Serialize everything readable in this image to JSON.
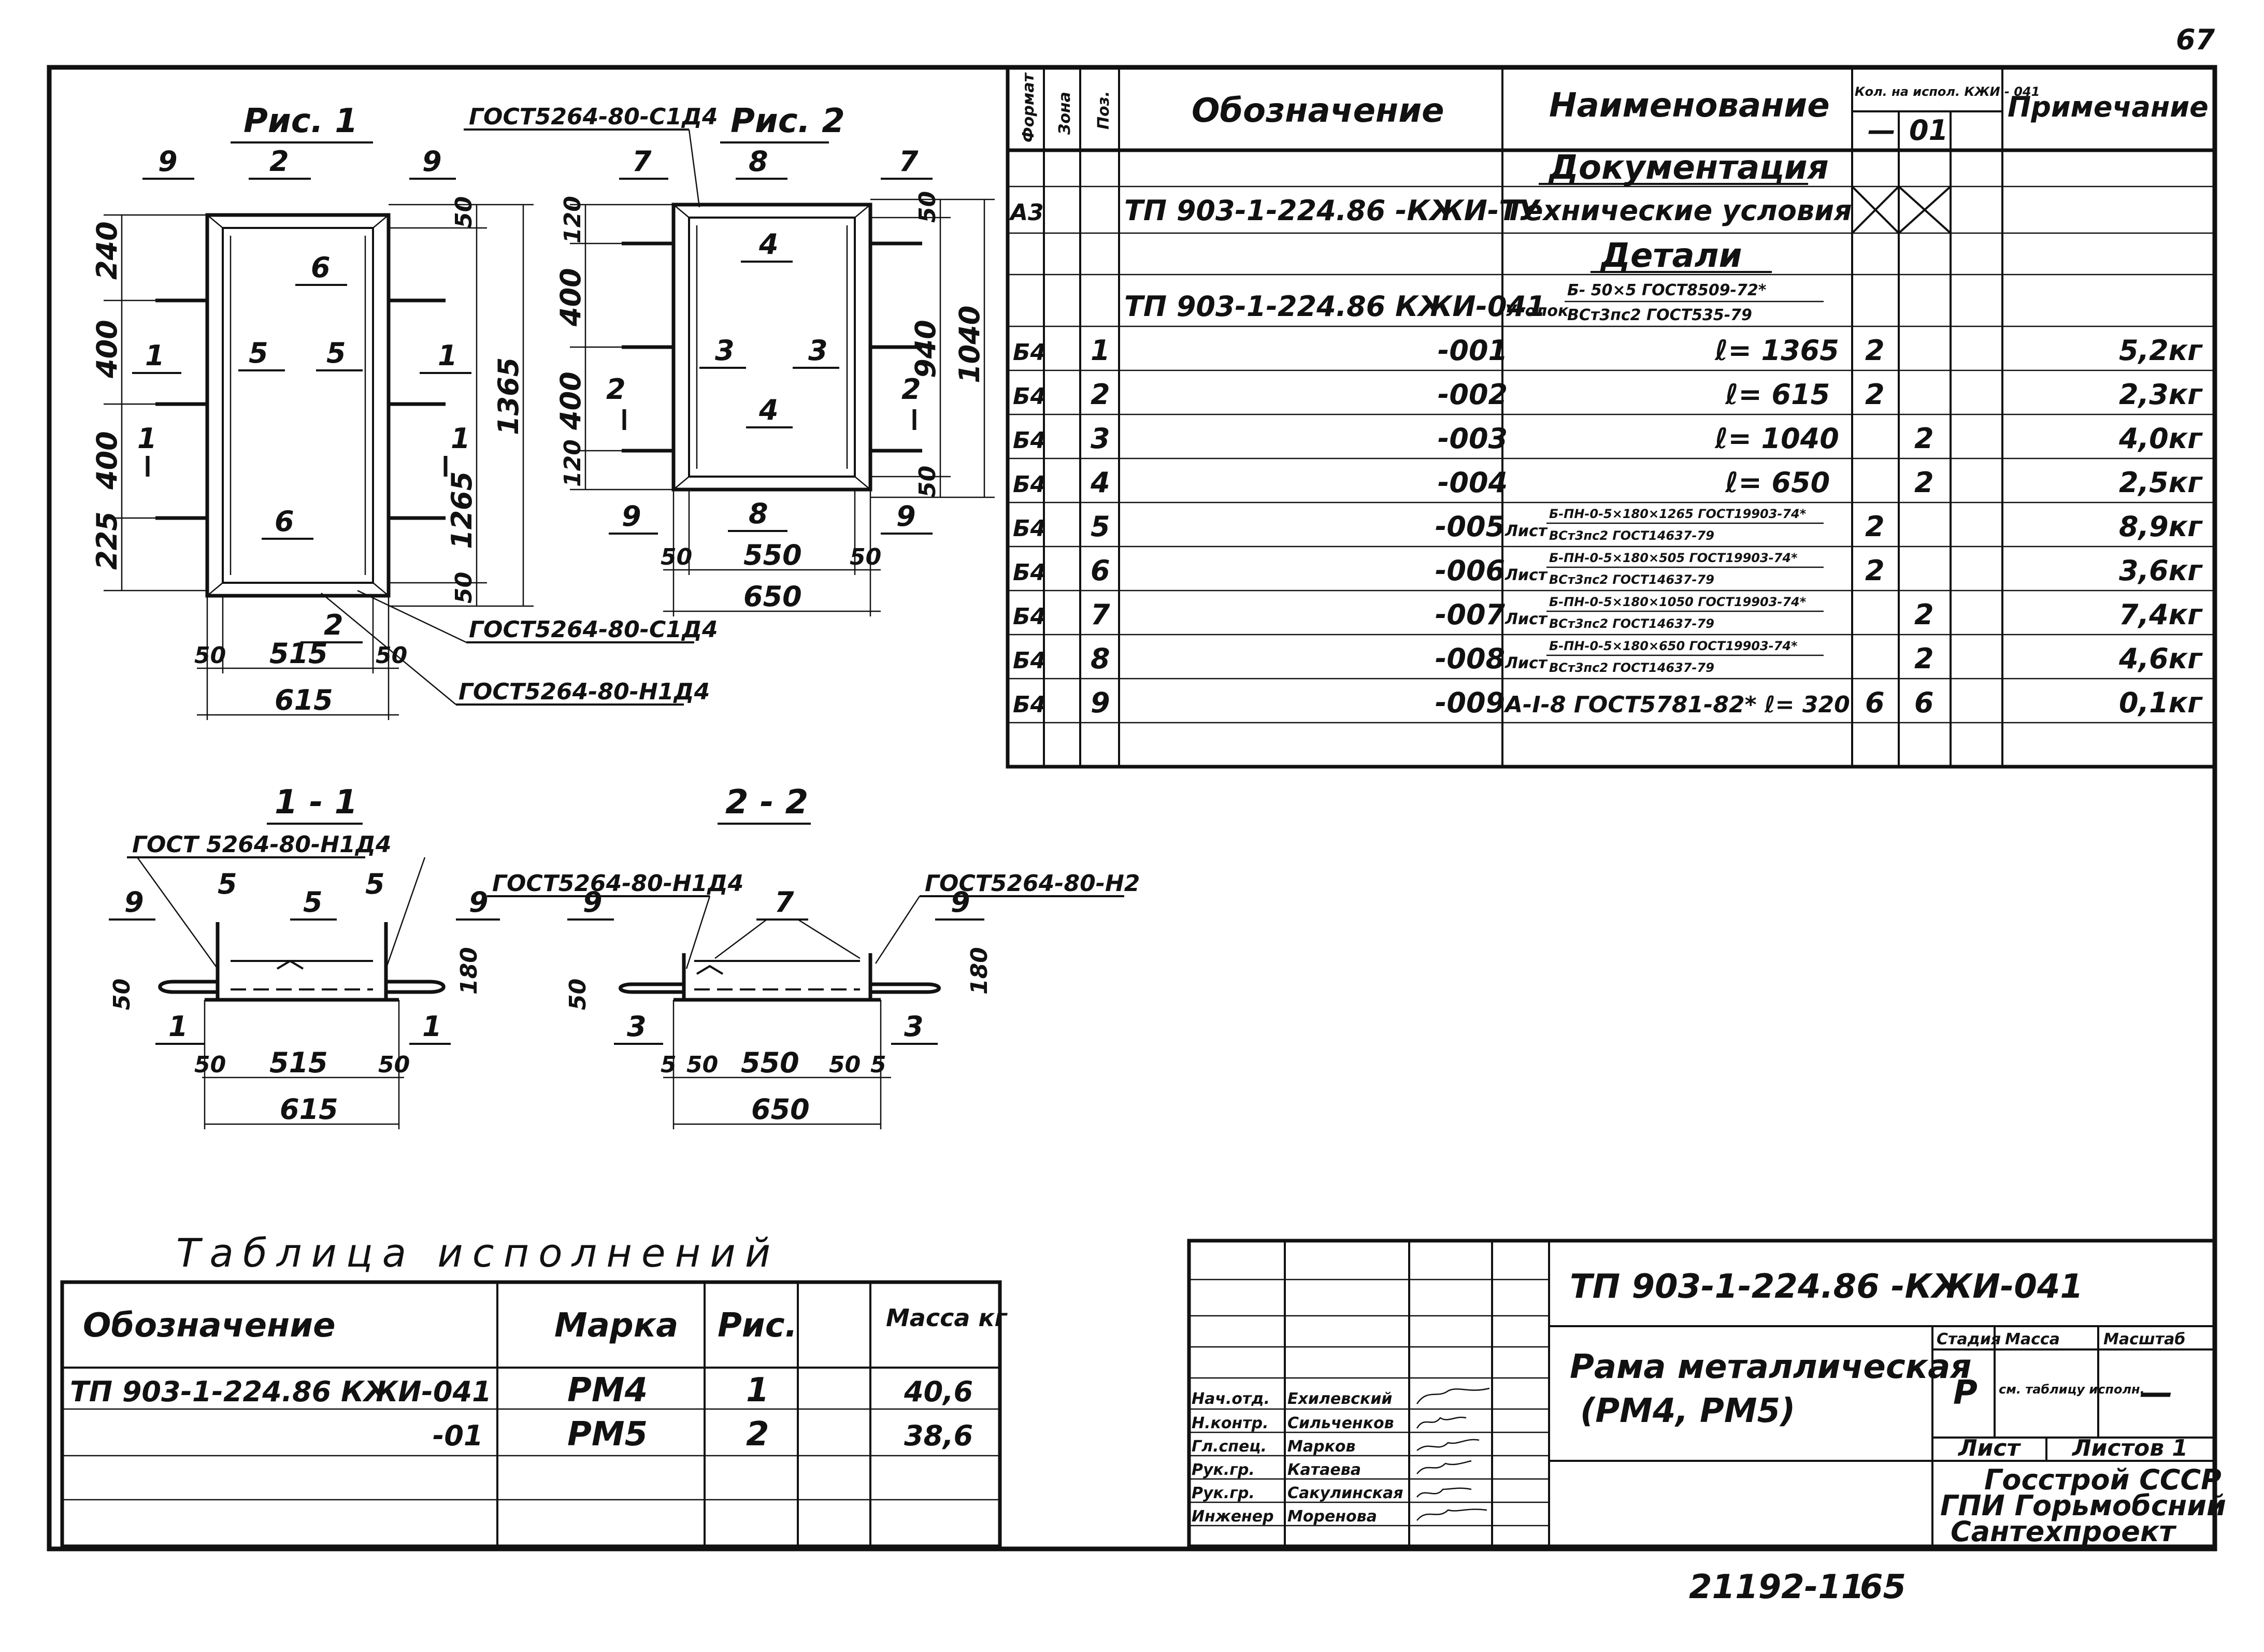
{
  "sheet": {
    "corner_number": "67",
    "footer_code": "21192-11",
    "footer_page": "65"
  },
  "figures": {
    "fig1_title": "Рис. 1",
    "fig2_title": "Рис. 2",
    "gost_top": "ГОСТ5264-80-С1Д4",
    "gost_fig1_a": "ГОСТ5264-80-С1Д4",
    "gost_fig1_b": "ГОСТ5264-80-Н1Д4",
    "fig1": {
      "dims_left": [
        "240",
        "400",
        "400",
        "225"
      ],
      "dims_right": [
        "50",
        "1365",
        "1265",
        "50"
      ],
      "dims_bottom": [
        "50",
        "515",
        "50",
        "615"
      ],
      "callouts": [
        "9",
        "2",
        "9",
        "6",
        "1",
        "5",
        "5",
        "1",
        "6",
        "2"
      ],
      "section_marks": [
        "1",
        "1"
      ]
    },
    "fig2": {
      "dims_left": [
        "120",
        "400",
        "400",
        "120"
      ],
      "dims_right": [
        "50",
        "940",
        "1040",
        "50"
      ],
      "dims_bottom": [
        "50",
        "550",
        "50",
        "650"
      ],
      "callouts": [
        "7",
        "8",
        "7",
        "4",
        "3",
        "3",
        "4",
        "9",
        "8",
        "9"
      ],
      "section_marks": [
        "2",
        "2"
      ]
    }
  },
  "sections": {
    "s1_title": "1 - 1",
    "s2_title": "2 - 2",
    "s1_gost": "ГОСТ 5264-80-Н1Д4",
    "s2_gost_a": "ГОСТ5264-80-Н1Д4",
    "s2_gost_b": "ГОСТ5264-80-Н2",
    "s1": {
      "callouts": [
        "9",
        "5",
        "5",
        "5",
        "9",
        "1",
        "1"
      ],
      "dims": [
        "50",
        "180",
        "50",
        "515",
        "50",
        "615"
      ]
    },
    "s2": {
      "callouts": [
        "9",
        "7",
        "9",
        "3",
        "3"
      ],
      "dims": [
        "50",
        "180",
        "5",
        "50",
        "550",
        "50",
        "5",
        "650"
      ]
    }
  },
  "spec": {
    "headers": {
      "format": "Формат",
      "zone": "Зона",
      "pos": "Поз.",
      "designation": "Обозначение",
      "name": "Наименование",
      "qty": "Кол. на испол. КЖИ - 041",
      "qty_a": "—",
      "qty_b": "01",
      "note": "Примечание"
    },
    "rows": [
      {
        "fmt": "",
        "pos": "",
        "des": "",
        "name": "Документация",
        "qa": "",
        "qb": "",
        "note": "",
        "kind": "section"
      },
      {
        "fmt": "А3",
        "pos": "",
        "des": "ТП 903-1-224.86 -КЖИ-ТУ",
        "name": "Технические условия",
        "qa": "",
        "qb": "",
        "note": "",
        "kind": "crossed"
      },
      {
        "fmt": "",
        "pos": "",
        "des": "",
        "name": "Детали",
        "qa": "",
        "qb": "",
        "note": "",
        "kind": "section"
      },
      {
        "fmt": "",
        "pos": "",
        "des": "ТП 903-1-224.86 КЖИ-041",
        "name": "Уголок",
        "name_top": "Б- 50×5 ГОСТ8509-72*",
        "name_bot": "ВСт3пс2 ГОСТ535-79",
        "qa": "",
        "qb": "",
        "note": "",
        "kind": "frac"
      },
      {
        "fmt": "Б4",
        "pos": "1",
        "des": "-001",
        "name": "ℓ= 1365",
        "qa": "2",
        "qb": "",
        "note": "5,2кг",
        "kind": "plain"
      },
      {
        "fmt": "Б4",
        "pos": "2",
        "des": "-002",
        "name": "ℓ= 615",
        "qa": "2",
        "qb": "",
        "note": "2,3кг",
        "kind": "plain"
      },
      {
        "fmt": "Б4",
        "pos": "3",
        "des": "-003",
        "name": "ℓ= 1040",
        "qa": "",
        "qb": "2",
        "note": "4,0кг",
        "kind": "plain"
      },
      {
        "fmt": "Б4",
        "pos": "4",
        "des": "-004",
        "name": "ℓ= 650",
        "qa": "",
        "qb": "2",
        "note": "2,5кг",
        "kind": "plain"
      },
      {
        "fmt": "Б4",
        "pos": "5",
        "des": "-005",
        "name": "Лист",
        "name_top": "Б-ПН-0-5×180×1265 ГОСТ19903-74*",
        "name_bot": "ВСт3пс2 ГОСТ14637-79",
        "qa": "2",
        "qb": "",
        "note": "8,9кг",
        "kind": "frac"
      },
      {
        "fmt": "Б4",
        "pos": "6",
        "des": "-006",
        "name": "Лист",
        "name_top": "Б-ПН-0-5×180×505 ГОСТ19903-74*",
        "name_bot": "ВСт3пс2 ГОСТ14637-79",
        "qa": "2",
        "qb": "",
        "note": "3,6кг",
        "kind": "frac"
      },
      {
        "fmt": "Б4",
        "pos": "7",
        "des": "-007",
        "name": "Лист",
        "name_top": "Б-ПН-0-5×180×1050 ГОСТ19903-74*",
        "name_bot": "ВСт3пс2 ГОСТ14637-79",
        "qa": "",
        "qb": "2",
        "note": "7,4кг",
        "kind": "frac"
      },
      {
        "fmt": "Б4",
        "pos": "8",
        "des": "-008",
        "name": "Лист",
        "name_top": "Б-ПН-0-5×180×650 ГОСТ19903-74*",
        "name_bot": "ВСт3пс2 ГОСТ14637-79",
        "qa": "",
        "qb": "2",
        "note": "4,6кг",
        "kind": "frac"
      },
      {
        "fmt": "Б4",
        "pos": "9",
        "des": "-009",
        "name": "А-I-8 ГОСТ5781-82* ℓ= 320",
        "qa": "6",
        "qb": "6",
        "note": "0,1кг",
        "kind": "plain"
      },
      {
        "fmt": "",
        "pos": "",
        "des": "",
        "name": "",
        "qa": "",
        "qb": "",
        "note": "",
        "kind": "blank"
      }
    ]
  },
  "variants": {
    "title": "Таблица исполнений",
    "headers": {
      "designation": "Обозначение",
      "mark": "Марка",
      "fig": "Рис.",
      "blank": "",
      "mass": "Масса кг"
    },
    "rows": [
      {
        "des": "ТП 903-1-224.86 КЖИ-041",
        "mark": "РМ4",
        "fig": "1",
        "mass": "40,6"
      },
      {
        "des": "-01",
        "mark": "РМ5",
        "fig": "2",
        "mass": "38,6"
      },
      {
        "des": "",
        "mark": "",
        "fig": "",
        "mass": ""
      },
      {
        "des": "",
        "mark": "",
        "fig": "",
        "mass": ""
      }
    ]
  },
  "title_block": {
    "code": "ТП 903-1-224.86 -КЖИ-041",
    "title_line1": "Рама металлическая",
    "title_line2": "(РМ4, РМ5)",
    "stage_label": "Стадия",
    "mass_label": "Масса",
    "scale_label": "Масштаб",
    "stage": "Р",
    "mass_value": "см. таблицу исполн.",
    "scale": "—",
    "sheet_label": "Лист",
    "sheets_label": "Листов 1",
    "org_line1": "Госстрой СССР",
    "org_line2": "ГПИ Горьмобсний",
    "org_line3": "Сантехпроект",
    "people": [
      {
        "role": "Нач.отд.",
        "name": "Ехилевский"
      },
      {
        "role": "Н.контр.",
        "name": "Сильченков"
      },
      {
        "role": "Гл.спец.",
        "name": "Марков"
      },
      {
        "role": "Рук.гр.",
        "name": "Катаева"
      },
      {
        "role": "Рук.гр.",
        "name": "Сакулинская"
      },
      {
        "role": "Инженер",
        "name": "Моренова"
      }
    ]
  }
}
